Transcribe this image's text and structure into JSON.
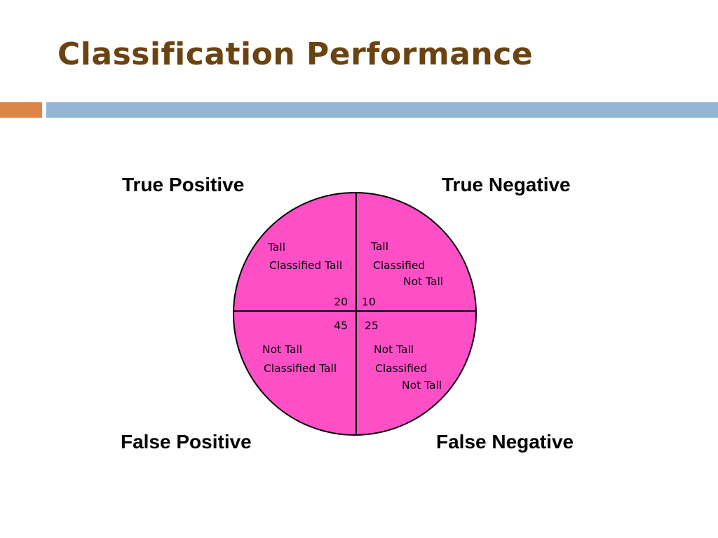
{
  "slide": {
    "title": "Classification Performance",
    "accent_colors": {
      "orange": "#dd8447",
      "blue": "#93b6d5",
      "title": "#6b4310"
    }
  },
  "diagram": {
    "fill_color": "#ff4fc7",
    "quadrants": {
      "true_positive": {
        "label": "True Positive",
        "line1": "Tall",
        "line2": "Classified Tall",
        "count": "20"
      },
      "true_negative": {
        "label": "True Negative",
        "line1": "Tall",
        "line2": "Classified",
        "line3": "Not Tall",
        "count": "10"
      },
      "false_positive": {
        "label": "False Positive",
        "line1": "Not Tall",
        "line2": "Classified Tall",
        "count": "45"
      },
      "false_negative": {
        "label": "False Negative",
        "line1": "Not Tall",
        "line2": "Classified",
        "line3": "Not Tall",
        "count": "25"
      }
    }
  }
}
